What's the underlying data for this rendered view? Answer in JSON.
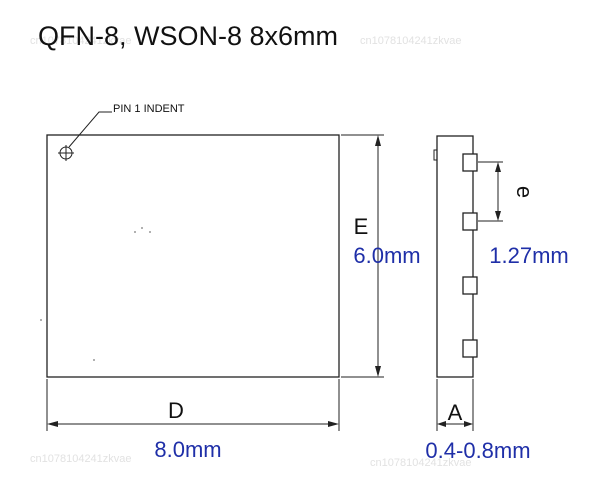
{
  "title": "QFN-8,  WSON-8  8x6mm",
  "pin1_label": "PIN 1 INDENT",
  "dimensions": {
    "d_letter": "D",
    "d_value": "8.0mm",
    "e_letter": "E",
    "e_value": "6.0mm",
    "pitch_letter": "e",
    "pitch_value": "1.27mm",
    "a_letter": "A",
    "a_value": "0.4-0.8mm"
  },
  "watermark": "cn1078104241zkvae",
  "colors": {
    "value_text": "#1f2fa8",
    "line": "#222222"
  }
}
